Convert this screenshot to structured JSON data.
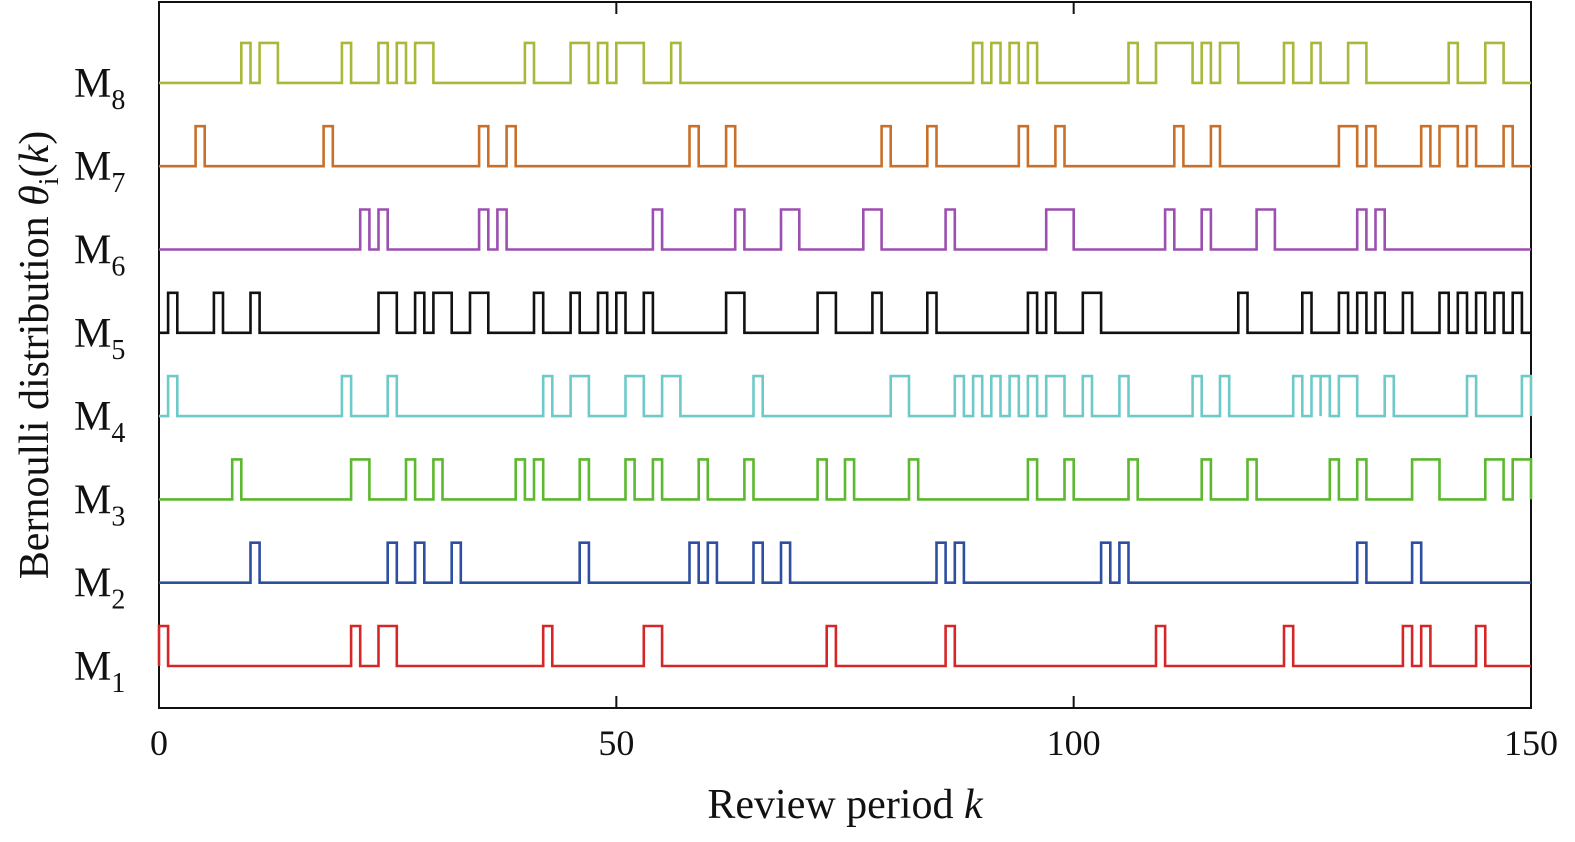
{
  "chart_data": {
    "type": "line",
    "subtype": "step",
    "xlabel": "Review period k",
    "ylabel": "Bernoulli distribution θi(k)",
    "xlim": [
      0,
      150
    ],
    "x_ticks": [
      0,
      50,
      100,
      150
    ],
    "grid": false,
    "legend": "none",
    "series": [
      {
        "name": "M1",
        "color": "#d62728",
        "pulses": [
          [
            0,
            1
          ],
          [
            21,
            22
          ],
          [
            24,
            26
          ],
          [
            42,
            43
          ],
          [
            53,
            55
          ],
          [
            73,
            74
          ],
          [
            86,
            87
          ],
          [
            109,
            110
          ],
          [
            123,
            124
          ],
          [
            136,
            137
          ],
          [
            138,
            139
          ],
          [
            144,
            145
          ]
        ]
      },
      {
        "name": "M2",
        "color": "#2e4ea0",
        "pulses": [
          [
            10,
            11
          ],
          [
            25,
            26
          ],
          [
            28,
            29
          ],
          [
            32,
            33
          ],
          [
            46,
            47
          ],
          [
            58,
            59
          ],
          [
            60,
            61
          ],
          [
            65,
            66
          ],
          [
            68,
            69
          ],
          [
            85,
            86
          ],
          [
            87,
            88
          ],
          [
            103,
            104
          ],
          [
            105,
            106
          ],
          [
            131,
            132
          ],
          [
            137,
            138
          ]
        ]
      },
      {
        "name": "M3",
        "color": "#5cb82e",
        "pulses": [
          [
            8,
            9
          ],
          [
            21,
            23
          ],
          [
            27,
            28
          ],
          [
            30,
            31
          ],
          [
            39,
            40
          ],
          [
            41,
            42
          ],
          [
            46,
            47
          ],
          [
            51,
            52
          ],
          [
            54,
            55
          ],
          [
            59,
            60
          ],
          [
            64,
            65
          ],
          [
            72,
            73
          ],
          [
            75,
            76
          ],
          [
            82,
            83
          ],
          [
            95,
            96
          ],
          [
            99,
            100
          ],
          [
            106,
            107
          ],
          [
            114,
            115
          ],
          [
            119,
            120
          ],
          [
            128,
            129
          ],
          [
            131,
            132
          ],
          [
            137,
            140
          ],
          [
            145,
            147
          ],
          [
            148,
            150
          ]
        ]
      },
      {
        "name": "M4",
        "color": "#6ec9c9",
        "pulses": [
          [
            1,
            2
          ],
          [
            20,
            21
          ],
          [
            25,
            26
          ],
          [
            42,
            43
          ],
          [
            45,
            47
          ],
          [
            51,
            53
          ],
          [
            55,
            57
          ],
          [
            65,
            66
          ],
          [
            80,
            82
          ],
          [
            87,
            88
          ],
          [
            89,
            90
          ],
          [
            91,
            92
          ],
          [
            93,
            94
          ],
          [
            95,
            96
          ],
          [
            97,
            99
          ],
          [
            101,
            102
          ],
          [
            105,
            106
          ],
          [
            113,
            114
          ],
          [
            116,
            117
          ],
          [
            124,
            125
          ],
          [
            126,
            127
          ],
          [
            127,
            128
          ],
          [
            129,
            131
          ],
          [
            134,
            135
          ],
          [
            143,
            144
          ],
          [
            149,
            150
          ]
        ]
      },
      {
        "name": "M5",
        "color": "#111111",
        "pulses": [
          [
            1,
            2
          ],
          [
            6,
            7
          ],
          [
            10,
            11
          ],
          [
            24,
            26
          ],
          [
            28,
            29
          ],
          [
            30,
            32
          ],
          [
            34,
            36
          ],
          [
            41,
            42
          ],
          [
            45,
            46
          ],
          [
            48,
            49
          ],
          [
            50,
            51
          ],
          [
            53,
            54
          ],
          [
            62,
            64
          ],
          [
            72,
            74
          ],
          [
            78,
            79
          ],
          [
            84,
            85
          ],
          [
            95,
            96
          ],
          [
            97,
            98
          ],
          [
            101,
            103
          ],
          [
            118,
            119
          ],
          [
            125,
            126
          ],
          [
            129,
            130
          ],
          [
            131,
            132
          ],
          [
            133,
            134
          ],
          [
            136,
            137
          ],
          [
            140,
            141
          ],
          [
            142,
            143
          ],
          [
            144,
            145
          ],
          [
            146,
            147
          ],
          [
            148,
            149
          ]
        ]
      },
      {
        "name": "M6",
        "color": "#9b4fb0",
        "pulses": [
          [
            22,
            23
          ],
          [
            24,
            25
          ],
          [
            35,
            36
          ],
          [
            37,
            38
          ],
          [
            54,
            55
          ],
          [
            63,
            64
          ],
          [
            68,
            70
          ],
          [
            77,
            79
          ],
          [
            86,
            87
          ],
          [
            97,
            100
          ],
          [
            110,
            111
          ],
          [
            114,
            115
          ],
          [
            120,
            122
          ],
          [
            131,
            132
          ],
          [
            133,
            134
          ]
        ]
      },
      {
        "name": "M7",
        "color": "#c8702a",
        "pulses": [
          [
            4,
            5
          ],
          [
            18,
            19
          ],
          [
            35,
            36
          ],
          [
            38,
            39
          ],
          [
            58,
            59
          ],
          [
            62,
            63
          ],
          [
            79,
            80
          ],
          [
            84,
            85
          ],
          [
            94,
            95
          ],
          [
            98,
            99
          ],
          [
            111,
            112
          ],
          [
            115,
            116
          ],
          [
            129,
            131
          ],
          [
            132,
            133
          ],
          [
            138,
            139
          ],
          [
            140,
            142
          ],
          [
            143,
            144
          ],
          [
            147,
            148
          ]
        ]
      },
      {
        "name": "M8",
        "color": "#aab83a",
        "pulses": [
          [
            9,
            10
          ],
          [
            11,
            13
          ],
          [
            20,
            21
          ],
          [
            24,
            25
          ],
          [
            26,
            27
          ],
          [
            28,
            30
          ],
          [
            40,
            41
          ],
          [
            45,
            47
          ],
          [
            48,
            49
          ],
          [
            50,
            53
          ],
          [
            56,
            57
          ],
          [
            89,
            90
          ],
          [
            91,
            92
          ],
          [
            93,
            94
          ],
          [
            95,
            96
          ],
          [
            106,
            107
          ],
          [
            109,
            113
          ],
          [
            114,
            115
          ],
          [
            116,
            118
          ],
          [
            123,
            124
          ],
          [
            126,
            127
          ],
          [
            130,
            132
          ],
          [
            141,
            142
          ],
          [
            145,
            147
          ]
        ]
      }
    ]
  }
}
